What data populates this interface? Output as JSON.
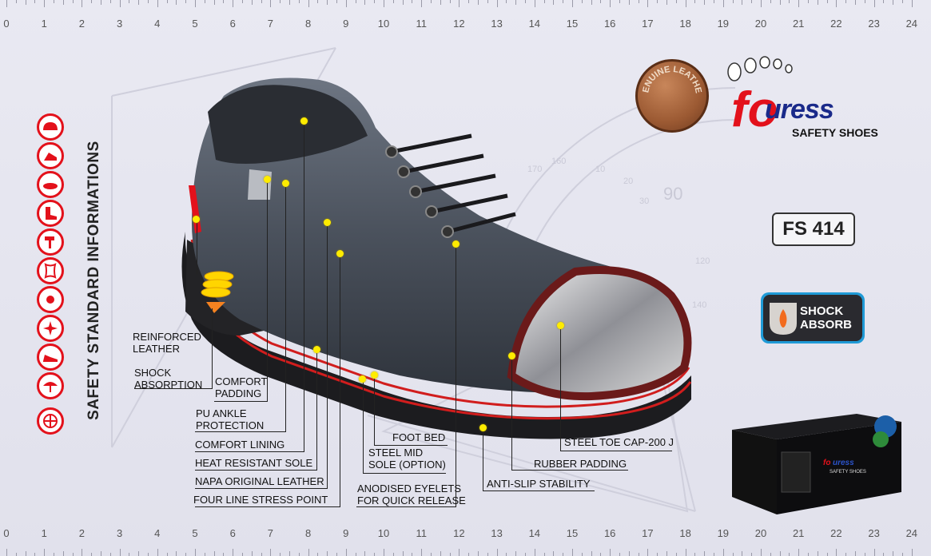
{
  "ruler": {
    "numbers": [
      "0",
      "1",
      "2",
      "3",
      "4",
      "5",
      "6",
      "7",
      "8",
      "9",
      "10",
      "11",
      "12",
      "13",
      "14",
      "15",
      "16",
      "17",
      "18",
      "19",
      "20",
      "21",
      "22",
      "23",
      "24"
    ]
  },
  "side_title": "SAFETY STANDARD INFORMATIONS",
  "brand": {
    "name": "uress",
    "initial": "fo",
    "tagline": "SAFETY SHOES",
    "seal_text": "GENUINE LEATHER"
  },
  "model": "FS 414",
  "shock_badge": {
    "line1": "SHOCK",
    "line2": "ABSORB"
  },
  "labels": {
    "reinforced_leather": [
      "REINFORCED",
      "LEATHER"
    ],
    "shock_absorption": [
      "SHOCK",
      "ABSORPTION"
    ],
    "comfort_padding": [
      "COMFORT",
      "PADDING"
    ],
    "pu_ankle_protection": [
      "PU ANKLE",
      "PROTECTION"
    ],
    "comfort_lining": "COMFORT LINING",
    "heat_resistant_sole": "HEAT RESISTANT SOLE",
    "napa_original_leather": "NAPA ORIGINAL LEATHER",
    "four_line_stress_point": "FOUR LINE STRESS POINT",
    "foot_bed": "FOOT BED",
    "steel_mid_sole": [
      "STEEL MID",
      "SOLE (OPTION)"
    ],
    "anodised_eyelets": [
      "ANODISED EYELETS",
      "FOR QUICK RELEASE"
    ],
    "steel_toe": "STEEL TOE  CAP-200 J",
    "rubber_padding": "RUBBER PADDING",
    "anti_slip": "ANTI-SLIP  STABILITY"
  },
  "safety_icons": [
    "helmet-icon",
    "toe-cap-icon",
    "sole-icon",
    "boot-icon",
    "hammer-icon",
    "leather-icon",
    "heat-icon",
    "spark-icon",
    "shoe-icon",
    "umbrella-icon",
    "asterisk-icon"
  ],
  "colors": {
    "accent": "#e3111b",
    "brand_blue": "#1a2a8a",
    "badge_blue": "#1f9ad6",
    "dot": "#ffec00"
  }
}
